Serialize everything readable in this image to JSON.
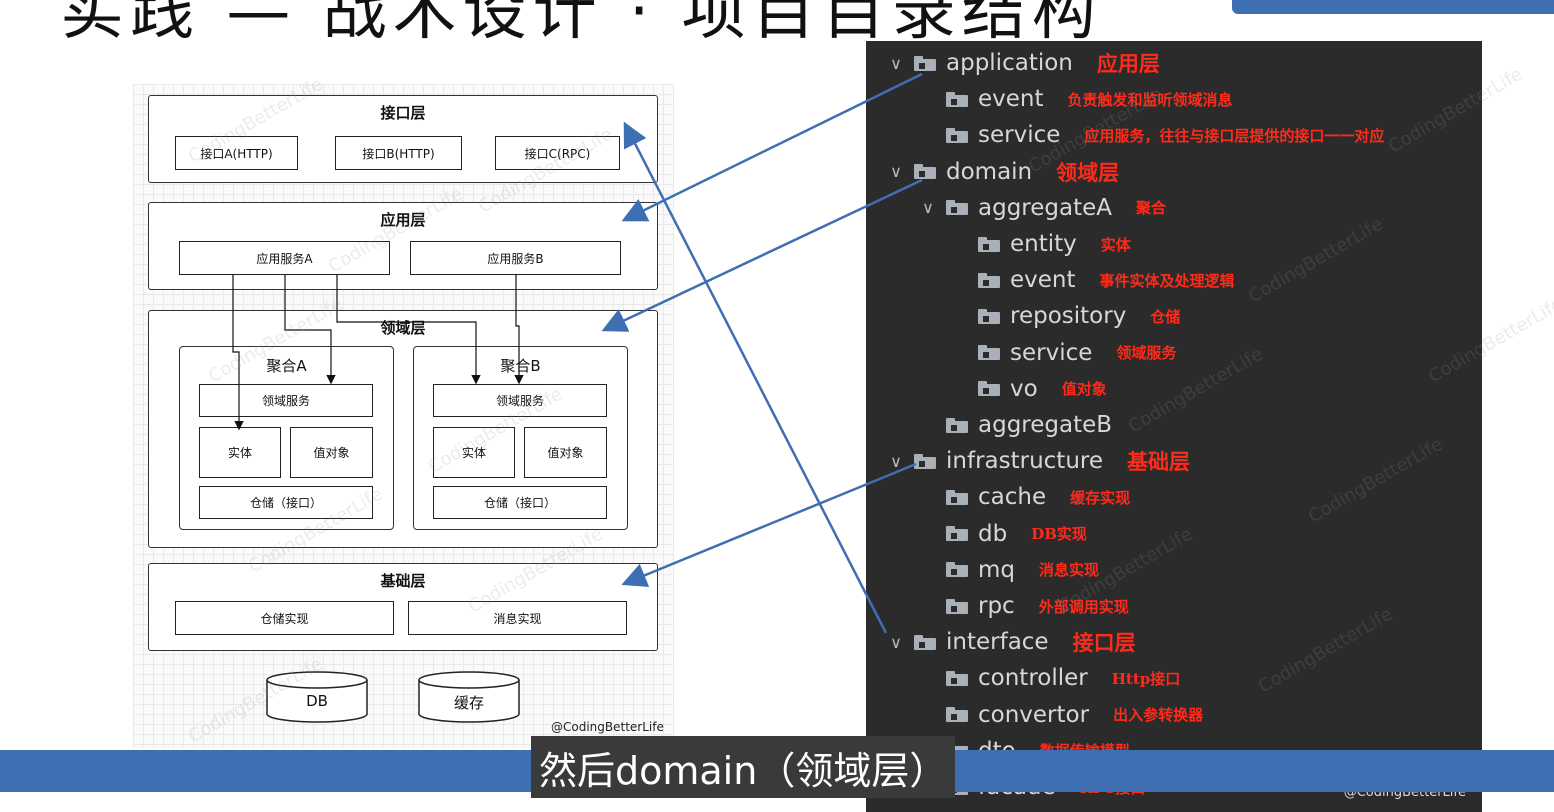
{
  "slide": {
    "title_fragment": "实践    —   战术设计 · 项目目录结构"
  },
  "diagram": {
    "interface_layer": {
      "title": "接口层",
      "boxes": [
        "接口A(HTTP)",
        "接口B(HTTP)",
        "接口C(RPC)"
      ]
    },
    "application_layer": {
      "title": "应用层",
      "boxes": [
        "应用服务A",
        "应用服务B"
      ]
    },
    "domain_layer": {
      "title": "领域层",
      "aggregate_a": {
        "title": "聚合A",
        "domain_service": "领域服务",
        "entity": "实体",
        "value_object": "值对象",
        "repository": "仓储（接口）"
      },
      "aggregate_b": {
        "title": "聚合B",
        "domain_service": "领域服务",
        "entity": "实体",
        "value_object": "值对象",
        "repository": "仓储（接口）"
      }
    },
    "infrastructure_layer": {
      "title": "基础层",
      "boxes": [
        "仓储实现",
        "消息实现"
      ]
    },
    "stores": [
      "DB",
      "缓存"
    ],
    "credit": "@CodingBetterLife"
  },
  "tree": {
    "items": [
      {
        "name": "application",
        "note": "应用层",
        "level": 0,
        "expanded": true,
        "note_size": "big"
      },
      {
        "name": "event",
        "note": "负责触发和监听领域消息",
        "level": 1,
        "note_size": "small"
      },
      {
        "name": "service",
        "note": "应用服务，往往与接口层提供的接口一一对应",
        "level": 1,
        "note_size": "small"
      },
      {
        "name": "domain",
        "note": "领域层",
        "level": 0,
        "expanded": true,
        "note_size": "big"
      },
      {
        "name": "aggregateA",
        "note": "聚合",
        "level": 1,
        "expanded": true,
        "note_size": "small"
      },
      {
        "name": "entity",
        "note": "实体",
        "level": 2,
        "note_size": "small"
      },
      {
        "name": "event",
        "note": "事件实体及处理逻辑",
        "level": 2,
        "note_size": "small"
      },
      {
        "name": "repository",
        "note": "仓储",
        "level": 2,
        "note_size": "small"
      },
      {
        "name": "service",
        "note": "领域服务",
        "level": 2,
        "note_size": "small"
      },
      {
        "name": "vo",
        "note": "值对象",
        "level": 2,
        "note_size": "small"
      },
      {
        "name": "aggregateB",
        "note": "",
        "level": 1,
        "note_size": "small"
      },
      {
        "name": "infrastructure",
        "note": "基础层",
        "level": 0,
        "expanded": true,
        "note_size": "big"
      },
      {
        "name": "cache",
        "note": "缓存实现",
        "level": 1,
        "note_size": "small"
      },
      {
        "name": "db",
        "note": "DB实现",
        "level": 1,
        "note_size": "small"
      },
      {
        "name": "mq",
        "note": "消息实现",
        "level": 1,
        "note_size": "small"
      },
      {
        "name": "rpc",
        "note": "外部调用实现",
        "level": 1,
        "note_size": "small"
      },
      {
        "name": "interface",
        "note": "接口层",
        "level": 0,
        "expanded": true,
        "note_size": "big"
      },
      {
        "name": "controller",
        "note": "Http接口",
        "level": 1,
        "note_size": "small"
      },
      {
        "name": "convertor",
        "note": "出入参转换器",
        "level": 1,
        "note_size": "small"
      },
      {
        "name": "dto",
        "note": "数据传输模型",
        "level": 1,
        "note_size": "small"
      },
      {
        "name": "facade",
        "note": "RPC接口",
        "level": 1,
        "note_size": "small"
      }
    ],
    "credit": "@CodingBetterLife"
  },
  "subtitle": "然后domain（领域层）",
  "colors": {
    "accent_bar": "#3f6fb3",
    "arrow": "#3f6fb3",
    "ide_background": "#2b2b2b",
    "note_red": "#ff2a1a"
  },
  "watermark": "CodingBetterLife"
}
